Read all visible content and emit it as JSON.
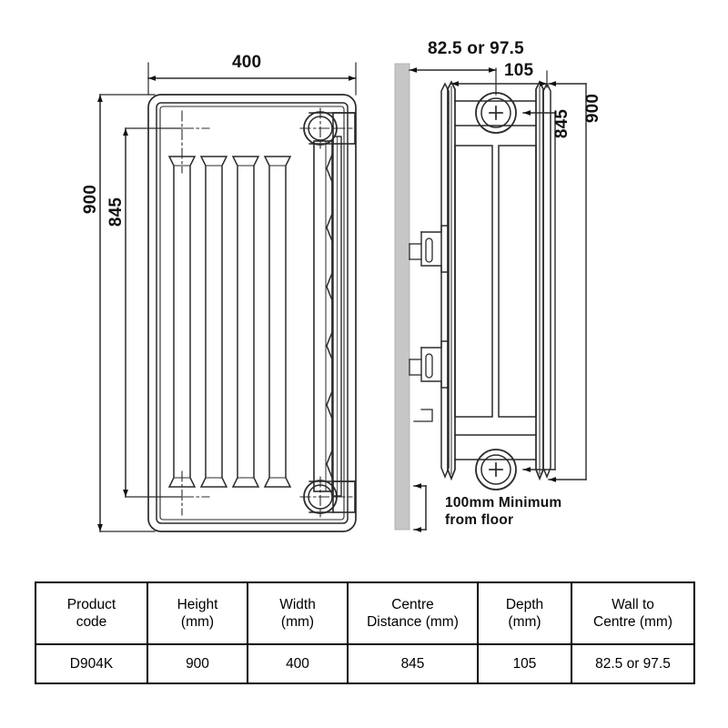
{
  "drawing": {
    "title": "Radiator technical dimension drawing",
    "front_view": {
      "name": "front-elevation",
      "dim_width": "400",
      "dim_height_overall": "900",
      "dim_height_centres": "845",
      "convector_channel_count": 4,
      "valve_count": 2
    },
    "side_view": {
      "name": "side-elevation",
      "dim_wall_to_centre": "82.5 or 97.5",
      "dim_depth": "105",
      "dim_height_overall": "900",
      "dim_height_centres": "845",
      "floor_note_line1": "100mm Minimum",
      "floor_note_line2": "from floor",
      "wall_color": "#c6c6c6"
    }
  },
  "table": {
    "name": "specification-table",
    "headers": [
      {
        "line1": "Product",
        "line2": "code"
      },
      {
        "line1": "Height",
        "line2": "(mm)"
      },
      {
        "line1": "Width",
        "line2": "(mm)"
      },
      {
        "line1": "Centre",
        "line2": "Distance (mm)"
      },
      {
        "line1": "Depth",
        "line2": "(mm)"
      },
      {
        "line1": "Wall to",
        "line2": "Centre (mm)"
      }
    ],
    "rows": [
      {
        "product_code": "D904K",
        "height": "900",
        "width": "400",
        "centre_distance": "845",
        "depth": "105",
        "wall_to_centre": "82.5 or 97.5"
      }
    ]
  }
}
